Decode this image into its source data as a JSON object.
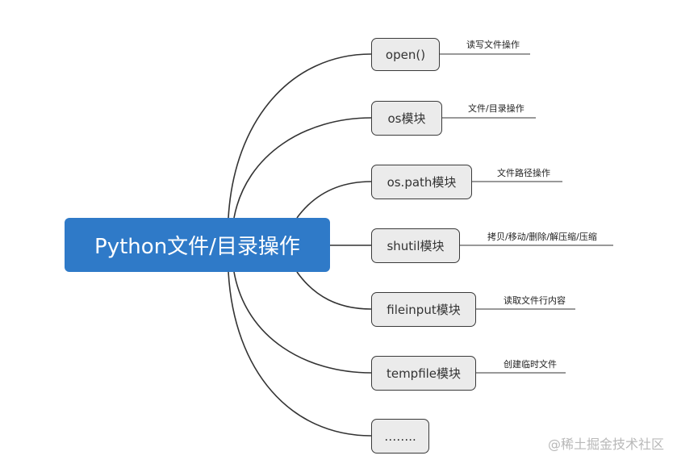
{
  "root": {
    "label": "Python文件/目录操作"
  },
  "branches": [
    {
      "label": "open()",
      "note": "读写文件操作"
    },
    {
      "label": "os模块",
      "note": "文件/目录操作"
    },
    {
      "label": "os.path模块",
      "note": "文件路径操作"
    },
    {
      "label": "shutil模块",
      "note": "拷贝/移动/删除/解压缩/压缩"
    },
    {
      "label": "fileinput模块",
      "note": "读取文件行内容"
    },
    {
      "label": "tempfile模块",
      "note": "创建临时文件"
    },
    {
      "label": "……..",
      "note": ""
    }
  ],
  "watermark": {
    "text": "@稀土掘金技术社区"
  },
  "colors": {
    "root_fill": "#2f7ac8",
    "node_fill": "#ebebeb",
    "line": "#333333"
  }
}
